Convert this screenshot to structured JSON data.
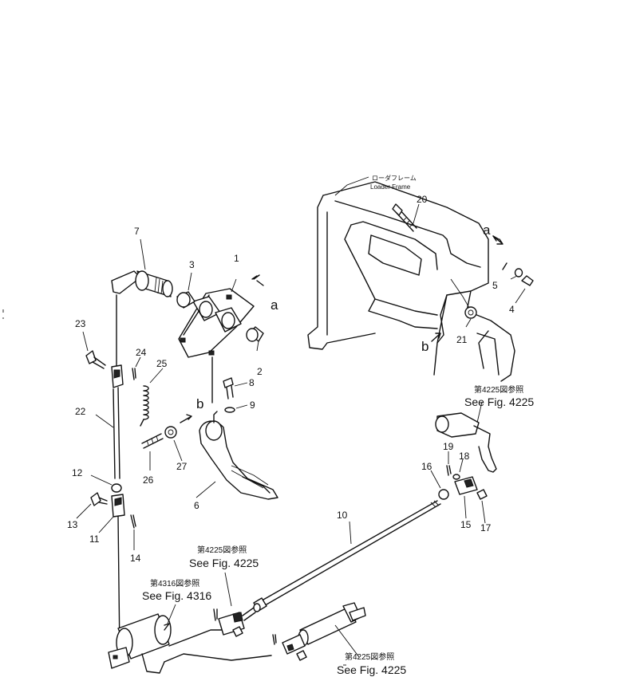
{
  "frame_label_jp": "ローダフレーム",
  "frame_label_en": "Loader Frame",
  "part_numbers": {
    "p1": "1",
    "p2": "2",
    "p3": "3",
    "p4": "4",
    "p5": "5",
    "p6": "6",
    "p7": "7",
    "p8": "8",
    "p9": "9",
    "p10": "10",
    "p11": "11",
    "p12": "12",
    "p13": "13",
    "p14": "14",
    "p15": "15",
    "p16": "16",
    "p17": "17",
    "p18": "18",
    "p19": "19",
    "p20": "20",
    "p21": "21",
    "p22": "22",
    "p23": "23",
    "p24": "24",
    "p25": "25",
    "p26": "26",
    "p27": "27"
  },
  "markers": {
    "a1": "a",
    "a2": "a",
    "b1": "b",
    "b2": "b"
  },
  "references": {
    "r1_jp": "第4225図参照",
    "r1_en": "See Fig. 4225",
    "r2_jp": "第4225図参照",
    "r2_en": "See Fig. 4225",
    "r3_jp": "第4316図参照",
    "r3_en": "See Fig. 4316",
    "r4_jp": "第4225図参照",
    "r4_en": "See Fig. 4225"
  }
}
